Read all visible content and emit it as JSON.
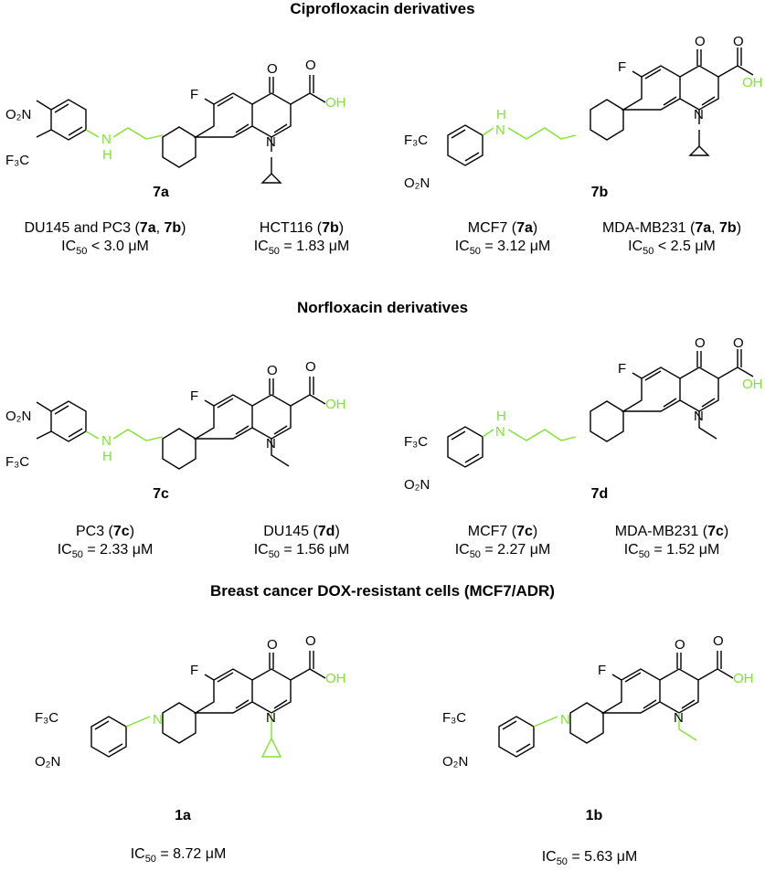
{
  "sections": [
    {
      "title": "Ciprofloxacin derivatives"
    },
    {
      "title": "Norfloxacin derivatives"
    },
    {
      "title": "Breast cancer DOX-resistant cells (MCF7/ADR)"
    }
  ],
  "compounds": [
    {
      "id": "7a"
    },
    {
      "id": "7b"
    },
    {
      "id": "7c"
    },
    {
      "id": "7d"
    },
    {
      "id": "1a"
    },
    {
      "id": "1b"
    }
  ],
  "atoms": {
    "o2n": "O₂N",
    "f3c": "F₃C",
    "f": "F",
    "o": "O",
    "oh": "OH",
    "n": "N",
    "nh": "N",
    "h": "H"
  },
  "results": {
    "r1": {
      "line1_a": "DU145 and PC3 (",
      "b1": "7a",
      "sep": ", ",
      "b2": "7b",
      "close": ")",
      "line2": "IC",
      "sub": "50",
      "val": " < 3.0 μM"
    },
    "r2": {
      "line1_a": "HCT116 (",
      "b1": "7b",
      "close": ")",
      "line2": "IC",
      "sub": "50",
      "val": " = 1.83 μM"
    },
    "r3": {
      "line1_a": "MCF7 (",
      "b1": "7a",
      "close": ")",
      "line2": "IC",
      "sub": "50",
      "val": " = 3.12 μM"
    },
    "r4": {
      "line1_a": "MDA-MB231 (",
      "b1": "7a",
      "sep": ", ",
      "b2": "7b",
      "close": ")",
      "line2": "IC",
      "sub": "50",
      "val": " < 2.5 μM"
    },
    "r5": {
      "line1_a": "PC3 (",
      "b1": "7c",
      "close": ")",
      "line2": "IC",
      "sub": "50",
      "val": " = 2.33 μM"
    },
    "r6": {
      "line1_a": "DU145 (",
      "b1": "7d",
      "close": ")",
      "line2": "IC",
      "sub": "50",
      "val": " = 1.56 μM"
    },
    "r7": {
      "line1_a": "MCF7 (",
      "b1": "7c",
      "close": ")",
      "line2": "IC",
      "sub": "50",
      "val": " = 2.27 μM"
    },
    "r8": {
      "line1_a": "MDA-MB231 (",
      "b1": "7c",
      "close": ")",
      "line2": "IC",
      "sub": "50",
      "val": " = 1.52 μM"
    },
    "r9": {
      "line2": "IC",
      "sub": "50",
      "val": " = 8.72 μM"
    },
    "r10": {
      "line2": "IC",
      "sub": "50",
      "val": " = 5.63 μM"
    }
  }
}
